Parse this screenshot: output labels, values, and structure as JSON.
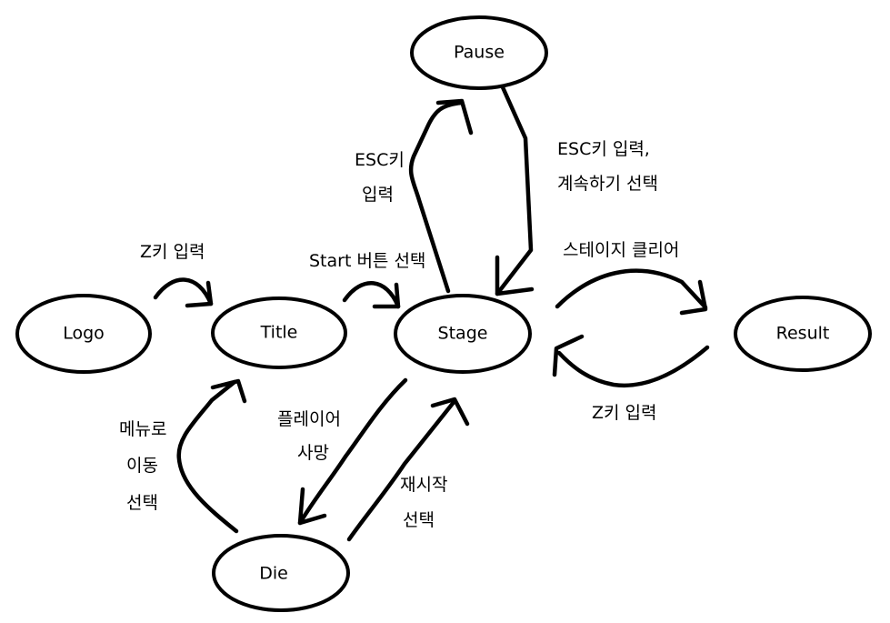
{
  "colors": {
    "stroke": "#000000",
    "background": "#ffffff",
    "text": "#000000"
  },
  "nodes": {
    "logo": "Logo",
    "title": "Title",
    "stage": "Stage",
    "pause": "Pause",
    "result": "Result",
    "die": "Die"
  },
  "edges": {
    "logo_title": [
      "Z키 입력"
    ],
    "title_stage": [
      "Start 버튼 선택"
    ],
    "stage_pause": [
      "ESC키",
      "입력"
    ],
    "pause_stage": [
      "ESC키 입력,",
      "계속하기 선택"
    ],
    "stage_result": [
      "스테이지 클리어"
    ],
    "result_stage": [
      "Z키 입력"
    ],
    "stage_die": [
      "플레이어",
      "사망"
    ],
    "die_stage": [
      "재시작",
      "선택"
    ],
    "die_title": [
      "메뉴로",
      "이동",
      "선택"
    ]
  }
}
